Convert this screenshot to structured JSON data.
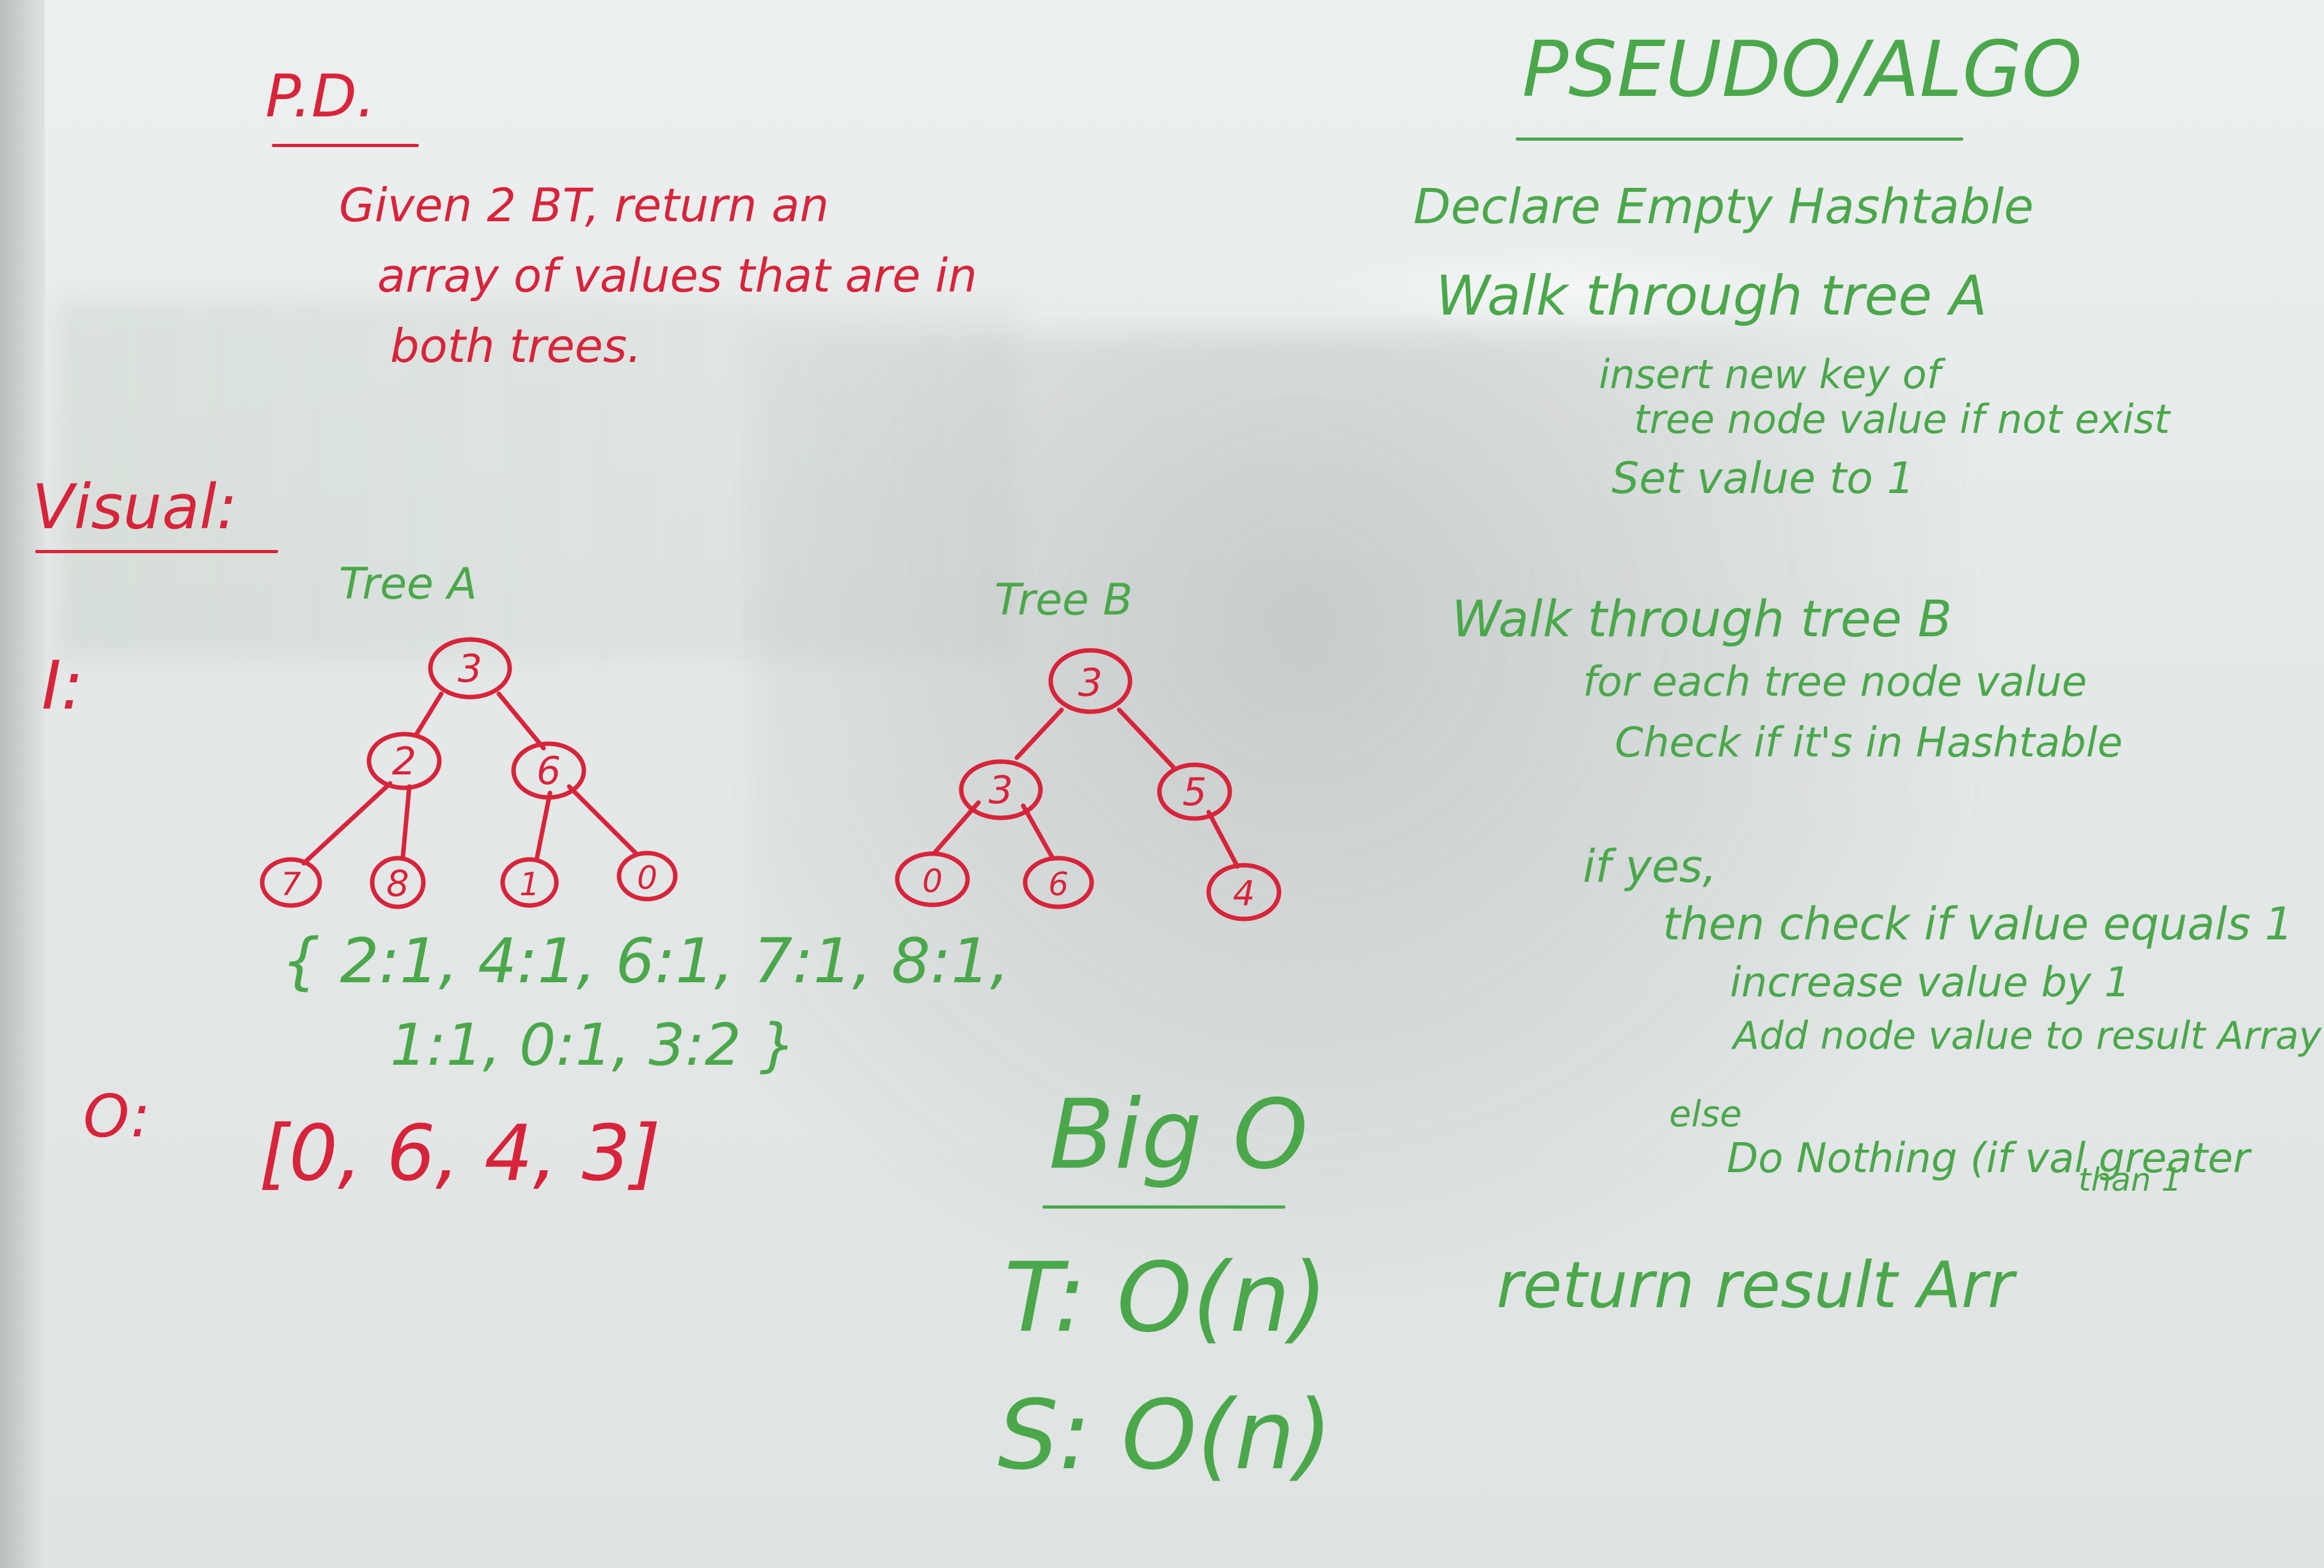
{
  "colors": {
    "red_marker": "#d8243a",
    "green_marker": "#4aa84a",
    "board": "#e9ecec"
  },
  "problem": {
    "heading": "P.D.",
    "lines": [
      "Given 2 BT, return an",
      "array of values that are in",
      "both trees."
    ]
  },
  "visual": {
    "heading": "Visual:",
    "input_label": "I:",
    "tree_a": {
      "label": "Tree A",
      "nodes": [
        "3",
        "2",
        "6",
        "7",
        "8",
        "1",
        "0"
      ]
    },
    "tree_b": {
      "label": "Tree B",
      "nodes": [
        "3",
        "3",
        "5",
        "0",
        "6",
        "4"
      ]
    },
    "hashtable_line1": "{ 2:1, 4:1, 6:1, 7:1, 8:1,",
    "hashtable_line2": "1:1, 0:1, 3:2 }",
    "output_label": "O:",
    "output_value": "[0, 6, 4, 3]"
  },
  "big_o": {
    "heading": "Big O",
    "time": "T: O(n)",
    "space": "S: O(n)"
  },
  "pseudo": {
    "heading": "PSEUDO/ALGO",
    "line1": "Declare Empty Hashtable",
    "line2": "Walk through tree A",
    "line3a": "insert new key of",
    "line3b": "tree node value if not exist",
    "line4": "Set value to 1",
    "line5": "Walk through tree B",
    "line6a": "for each tree node value",
    "line6b": "Check if it's in Hashtable",
    "line7": "if yes,",
    "line8": "then check if value equals 1",
    "line9a": "increase value by 1",
    "line9b": "Add node value to result Array",
    "line10": "else",
    "line11a": "Do Nothing (if val greater",
    "line11b": "than 1",
    "line12": "return result Arr"
  }
}
